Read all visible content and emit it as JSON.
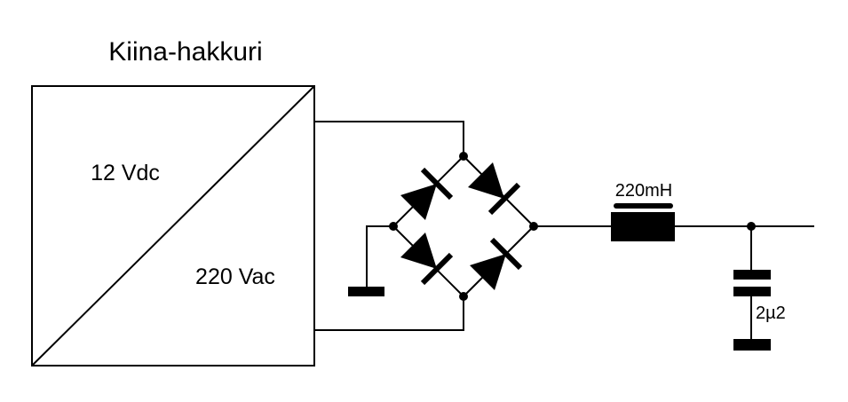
{
  "title": "Kiina-hakkuri",
  "colors": {
    "background": "#ffffff",
    "ink": "#000000"
  },
  "converter_box": {
    "top_left_label": "12 Vdc",
    "bottom_right_label": "220 Vac"
  },
  "inductor": {
    "value_label": "220mH"
  },
  "capacitor": {
    "value_label": "2µ2"
  }
}
